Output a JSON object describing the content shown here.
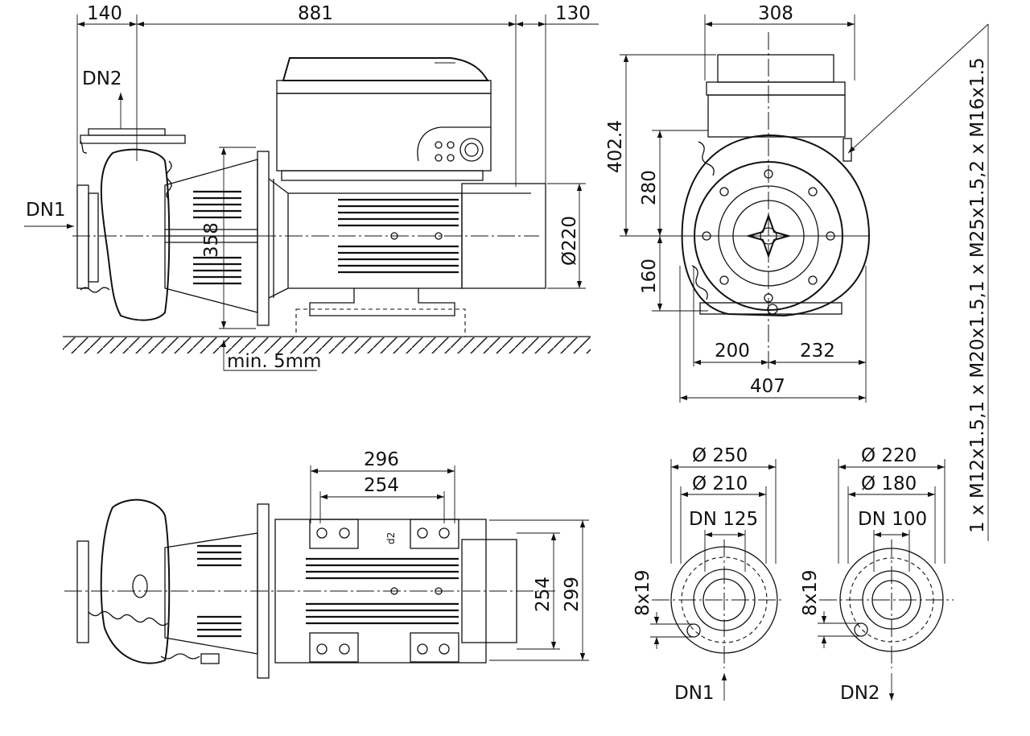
{
  "dimensions": {
    "side_view": {
      "length_left": "140",
      "length_mid": "881",
      "length_right": "130",
      "height_flange": "358",
      "diameter_motor": "Ø220",
      "min_gap": "min. 5mm",
      "dn1": "DN1",
      "dn2": "DN2"
    },
    "front_view": {
      "width_top": "308",
      "height_total": "402.4",
      "height_upper": "280",
      "height_lower": "160",
      "width_left": "200",
      "width_right": "232",
      "width_total": "407",
      "cable_glands": "1 x M12x1.5,1 x M20x1.5,1 x M25x1.5,2 x M16x1.5"
    },
    "top_view": {
      "width_outer": "296",
      "width_inner": "254",
      "height_inner": "254",
      "height_outer": "299",
      "label_d2": "d2"
    },
    "flange_dn1": {
      "outer_diameter": "Ø 250",
      "bolt_circle": "Ø 210",
      "nominal": "DN 125",
      "holes": "8x19",
      "label": "DN1"
    },
    "flange_dn2": {
      "outer_diameter": "Ø 220",
      "bolt_circle": "Ø 180",
      "nominal": "DN 100",
      "holes": "8x19",
      "label": "DN2"
    }
  }
}
